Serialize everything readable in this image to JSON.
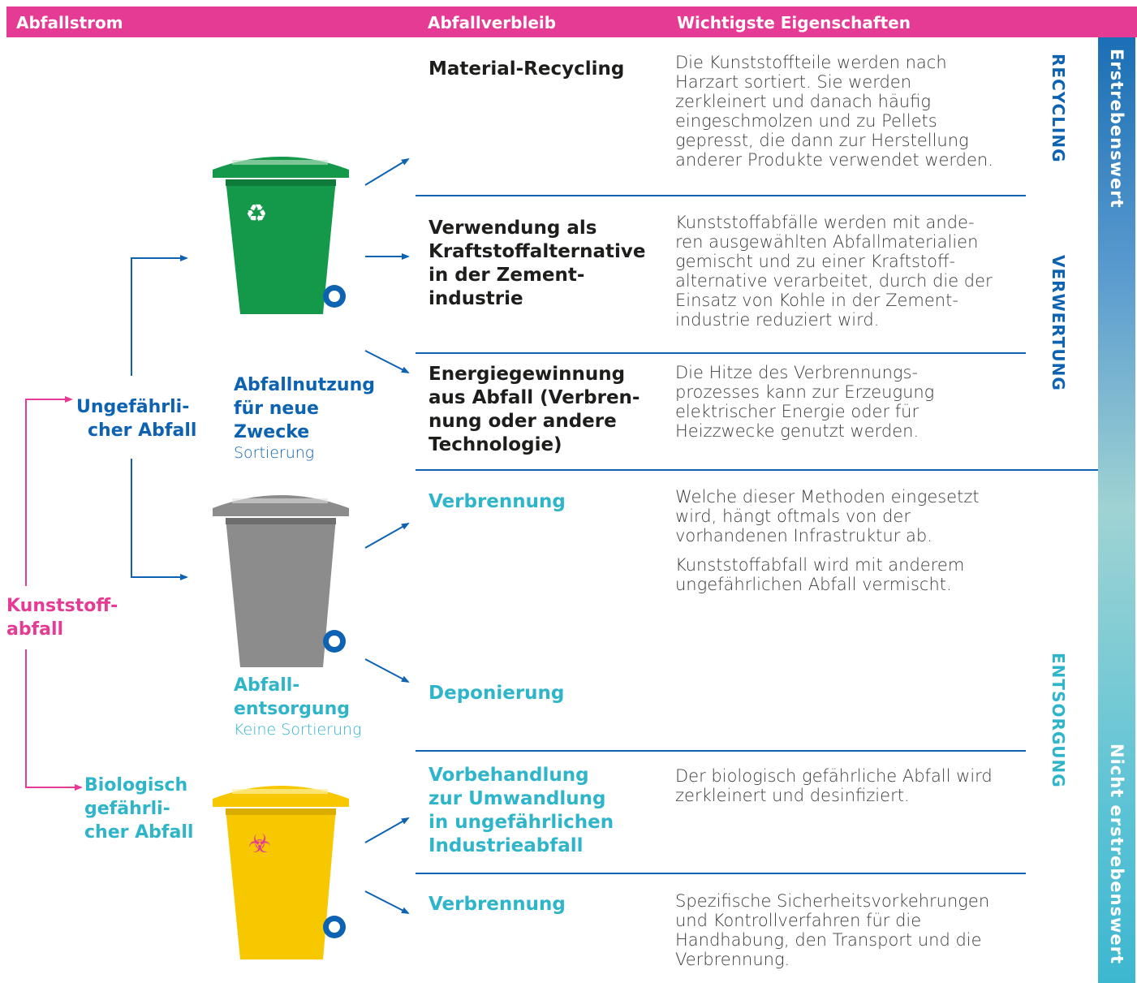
{
  "header": {
    "col1": "Abfallstrom",
    "col2": "Abfallverbleib",
    "col3": "Wichtigste Eigenschaften"
  },
  "root": {
    "lines": [
      "Kunststoff-",
      "abfall"
    ]
  },
  "branches": {
    "harmless": {
      "lines": [
        "Ungefährli-",
        "cher Abfall"
      ]
    },
    "biohazard": {
      "lines": [
        "Biologisch",
        "gefährli-",
        "cher Abfall"
      ]
    }
  },
  "bins": {
    "green": {
      "title_lines": [
        "Abfallnutzung",
        "für neue",
        "Zwecke"
      ],
      "sub": "Sortierung",
      "color": "#14994a"
    },
    "grey": {
      "title_lines": [
        "Abfall-",
        "entsorgung"
      ],
      "sub": "Keine Sortierung",
      "color": "#8c8c8c"
    },
    "yellow": {
      "color": "#f7c700"
    }
  },
  "rows": [
    {
      "dest_lines": [
        "Material-Recycling"
      ],
      "desc_lines": [
        "Die Kunststoffteile werden nach",
        "Harzart sortiert. Sie werden",
        "zerkleinert und danach häufig",
        "eingeschmolzen und zu Pellets",
        "gepresst, die dann zur Herstellung",
        "anderer Produkte verwendet werden."
      ]
    },
    {
      "dest_lines": [
        "Verwendung als",
        "Kraftstoffalternative",
        "in der Zement-",
        "industrie"
      ],
      "desc_lines": [
        "Kunststoffabfälle werden mit ande-",
        "ren ausgewählten Abfallmaterialien",
        "gemischt und zu einer Kraftstoff-",
        "alternative verarbeitet, durch die der",
        "Einsatz von Kohle in der Zement-",
        "industrie reduziert wird."
      ]
    },
    {
      "dest_lines": [
        "Energiegewinnung",
        "aus Abfall (Verbren-",
        "nung oder andere",
        "Technologie)"
      ],
      "desc_lines": [
        "Die Hitze des Verbrennungs-",
        "prozesses kann zur Erzeugung",
        "elektrischer Energie oder für",
        "Heizzwecke genutzt werden."
      ]
    },
    {
      "dest_lines": [
        "Verbrennung"
      ],
      "desc_lines": [
        "Welche dieser Methoden eingesetzt",
        "wird, hängt oftmals von der",
        "vorhandenen Infrastruktur ab."
      ],
      "desc2_lines": [
        "Kunststoffabfall wird mit anderem",
        "ungefährlichen Abfall vermischt."
      ]
    },
    {
      "dest_lines": [
        "Deponierung"
      ]
    },
    {
      "dest_lines": [
        "Vorbehandlung",
        "zur Umwandlung",
        "in ungefährlichen",
        "Industrieabfall"
      ],
      "desc_lines": [
        "Der biologisch gefährliche Abfall wird",
        "zerkleinert und desinfiziert."
      ]
    },
    {
      "dest_lines": [
        "Verbrennung"
      ],
      "desc_lines": [
        "Spezifische Sicherheitsvorkehrungen",
        "und Kontrollverfahren für die",
        "Handhabung, den Transport und die",
        "Verbrennung."
      ]
    }
  ],
  "categories": [
    "RECYCLING",
    "VERWERTUNG",
    "ENTSORGUNG"
  ],
  "scale": {
    "top": "Erstrebenswert",
    "bottom": "Nicht erstrebenswert"
  },
  "colors": {
    "header": "#e63b95",
    "blue": "#0d63b2",
    "cyan": "#2fb5c9",
    "pink": "#e63b95"
  }
}
